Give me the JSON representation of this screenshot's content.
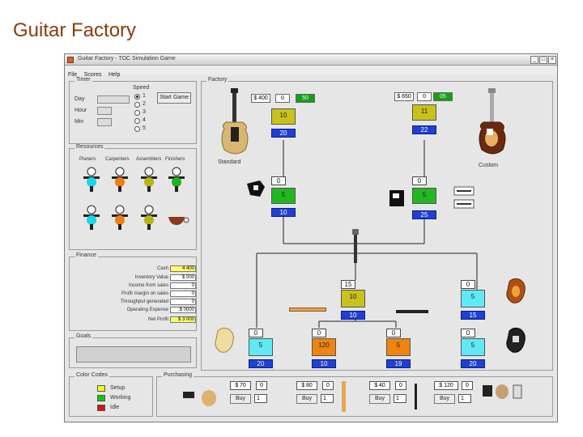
{
  "slide": {
    "title": "Guitar Factory"
  },
  "window": {
    "title": "Guitar Factory - TOC Simulation Game",
    "menu": [
      "File",
      "Scores",
      "Help"
    ],
    "controls": [
      "_",
      "□",
      "×"
    ]
  },
  "timer": {
    "group_label": "Timer",
    "fields": [
      "Day",
      "Hour",
      "Min"
    ],
    "speed_label": "Speed",
    "speed_options": [
      "1",
      "2",
      "3",
      "4",
      "5"
    ],
    "start_label": "Start Game"
  },
  "resources": {
    "group_label": "Resources",
    "headers": [
      "Planers",
      "Carpenters",
      "Assemblers",
      "Finishers"
    ],
    "colors": {
      "planer": "#19d6e8",
      "carpenter": "#ef7d10",
      "assembler": "#b5b512",
      "finisher": "#20b020"
    }
  },
  "finance": {
    "group_label": "Finance",
    "rows": [
      {
        "label": "Cash",
        "value": "4 400",
        "hl": true
      },
      {
        "label": "Inventory Value",
        "value": "$ 000",
        "hl": false
      },
      {
        "label": "Income from sales",
        "value": "0",
        "hl": false
      },
      {
        "label": "Profit margin on sales",
        "value": "0",
        "hl": false
      },
      {
        "label": "Throughput generated",
        "value": "0",
        "hl": false
      },
      {
        "label": "Operating Expense",
        "value": "$ 0000",
        "hl": false
      },
      {
        "label": "Net Profit",
        "value": "$ 3 000",
        "hl": true
      }
    ]
  },
  "goals": {
    "group_label": "Goals"
  },
  "color_codes": {
    "group_label": "Color Codes",
    "items": [
      {
        "label": "Setup",
        "color": "#ffff00"
      },
      {
        "label": "Working",
        "color": "#00d000"
      },
      {
        "label": "Idle",
        "color": "#e01010"
      }
    ]
  },
  "purchasing": {
    "group_label": "Purchasing",
    "items": [
      {
        "price": "$ 70",
        "qty": "0",
        "buy": "Buy",
        "input": "1"
      },
      {
        "price": "$ 80",
        "qty": "0",
        "buy": "Buy",
        "input": "1"
      },
      {
        "price": "$ 40",
        "qty": "0",
        "buy": "Buy",
        "input": "1"
      },
      {
        "price": "$ 120",
        "qty": "0",
        "buy": "Buy",
        "input": "1"
      }
    ]
  },
  "factory": {
    "group_label": "Factory",
    "standard": {
      "name": "Standard",
      "price": "$ 400",
      "stock": "0",
      "demand": "50",
      "wip": "10",
      "done": "20"
    },
    "custom": {
      "name": "Custom",
      "price": "$ 650",
      "stock": "0",
      "demand": "05",
      "wip": "11",
      "done": "22"
    },
    "finish_left": {
      "top": "0",
      "wip": "5",
      "bottom": "10"
    },
    "finish_right": {
      "top": "0",
      "wip": "5",
      "bottom": "25"
    },
    "assembly": {
      "top": "15",
      "wip": "10",
      "bottom": "10"
    },
    "assembly_right": {
      "top": "0",
      "wip": "5",
      "bottom": "15"
    },
    "stations": [
      {
        "top": "0",
        "wip": "5",
        "bottom": "20",
        "color": "cyan"
      },
      {
        "top": "0",
        "wip": "120",
        "bottom": "10",
        "color": "orange"
      },
      {
        "top": "0",
        "wip": "5",
        "bottom": "19",
        "color": "orange"
      },
      {
        "top": "0",
        "wip": "5",
        "bottom": "20",
        "color": "cyan"
      }
    ]
  }
}
